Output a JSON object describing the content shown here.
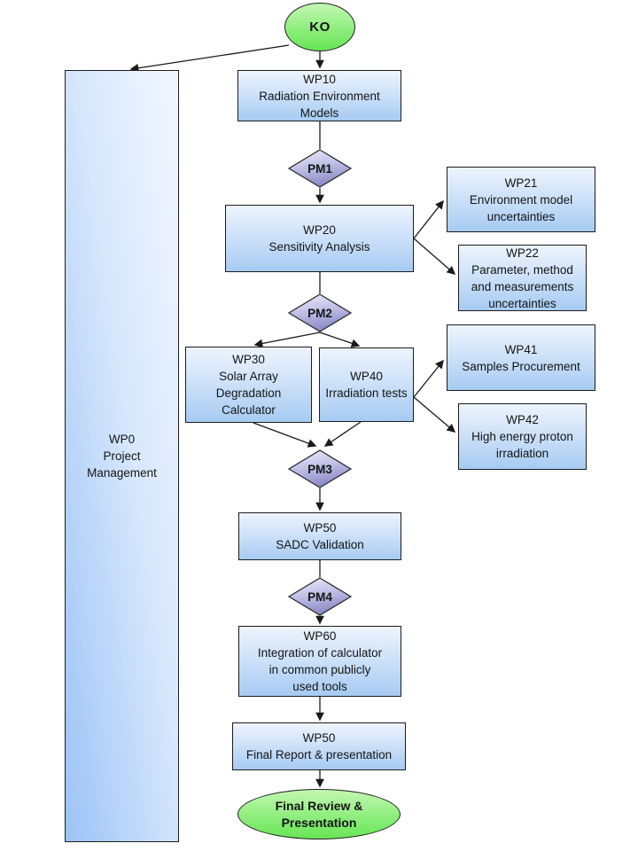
{
  "diagram": {
    "nodes": {
      "ko": {
        "label": "KO",
        "type": "start"
      },
      "wp0": {
        "label": "WP0\nProject\nManagement",
        "type": "box"
      },
      "wp10": {
        "label": "WP10\nRadiation Environment\nModels",
        "type": "box"
      },
      "pm1": {
        "label": "PM1",
        "type": "milestone"
      },
      "wp20": {
        "label": "WP20\nSensitivity Analysis",
        "type": "box"
      },
      "wp21": {
        "label": "WP21\nEnvironment model\nuncertainties",
        "type": "box"
      },
      "wp22": {
        "label": "WP22\nParameter, method\nand measurements\nuncertainties",
        "type": "box"
      },
      "pm2": {
        "label": "PM2",
        "type": "milestone"
      },
      "wp30": {
        "label": "WP30\nSolar Array\nDegradation\nCalculator",
        "type": "box"
      },
      "wp40": {
        "label": "WP40\nIrradiation tests",
        "type": "box"
      },
      "wp41": {
        "label": "WP41\nSamples Procurement",
        "type": "box"
      },
      "wp42": {
        "label": "WP42\nHigh energy proton\nirradiation",
        "type": "box"
      },
      "pm3": {
        "label": "PM3",
        "type": "milestone"
      },
      "wp50": {
        "label": "WP50\nSADC Validation",
        "type": "box"
      },
      "pm4": {
        "label": "PM4",
        "type": "milestone"
      },
      "wp60": {
        "label": "WP60\nIntegration of calculator\nin common publicly\nused tools",
        "type": "box"
      },
      "wp50_final": {
        "label": "WP50\nFinal Report & presentation",
        "type": "box"
      },
      "final_review": {
        "label": "Final Review &\nPresentation",
        "type": "end"
      }
    },
    "edges": [
      {
        "from": "ko",
        "to": "wp0"
      },
      {
        "from": "ko",
        "to": "wp10"
      },
      {
        "from": "wp10",
        "to": "pm1"
      },
      {
        "from": "pm1",
        "to": "wp20"
      },
      {
        "from": "wp20",
        "to": "wp21"
      },
      {
        "from": "wp20",
        "to": "wp22"
      },
      {
        "from": "wp20",
        "to": "pm2"
      },
      {
        "from": "pm2",
        "to": "wp30"
      },
      {
        "from": "pm2",
        "to": "wp40"
      },
      {
        "from": "wp40",
        "to": "wp41"
      },
      {
        "from": "wp40",
        "to": "wp42"
      },
      {
        "from": "wp30",
        "to": "pm3"
      },
      {
        "from": "wp40",
        "to": "pm3"
      },
      {
        "from": "pm3",
        "to": "wp50"
      },
      {
        "from": "wp50",
        "to": "pm4"
      },
      {
        "from": "pm4",
        "to": "wp60"
      },
      {
        "from": "wp60",
        "to": "wp50_final"
      },
      {
        "from": "wp50_final",
        "to": "final_review"
      }
    ],
    "colors": {
      "box_gradient_top": "#edf4fd",
      "box_gradient_bottom": "#a6cbf2",
      "milestone_gradient_top": "#eeeefc",
      "milestone_gradient_bottom": "#8f8fc9",
      "terminal_gradient_top": "#c3f7b3",
      "terminal_gradient_bottom": "#67e556",
      "connector_line": "#1a1a1a",
      "border": "#1c1c1c",
      "background": "#ffffff"
    }
  }
}
